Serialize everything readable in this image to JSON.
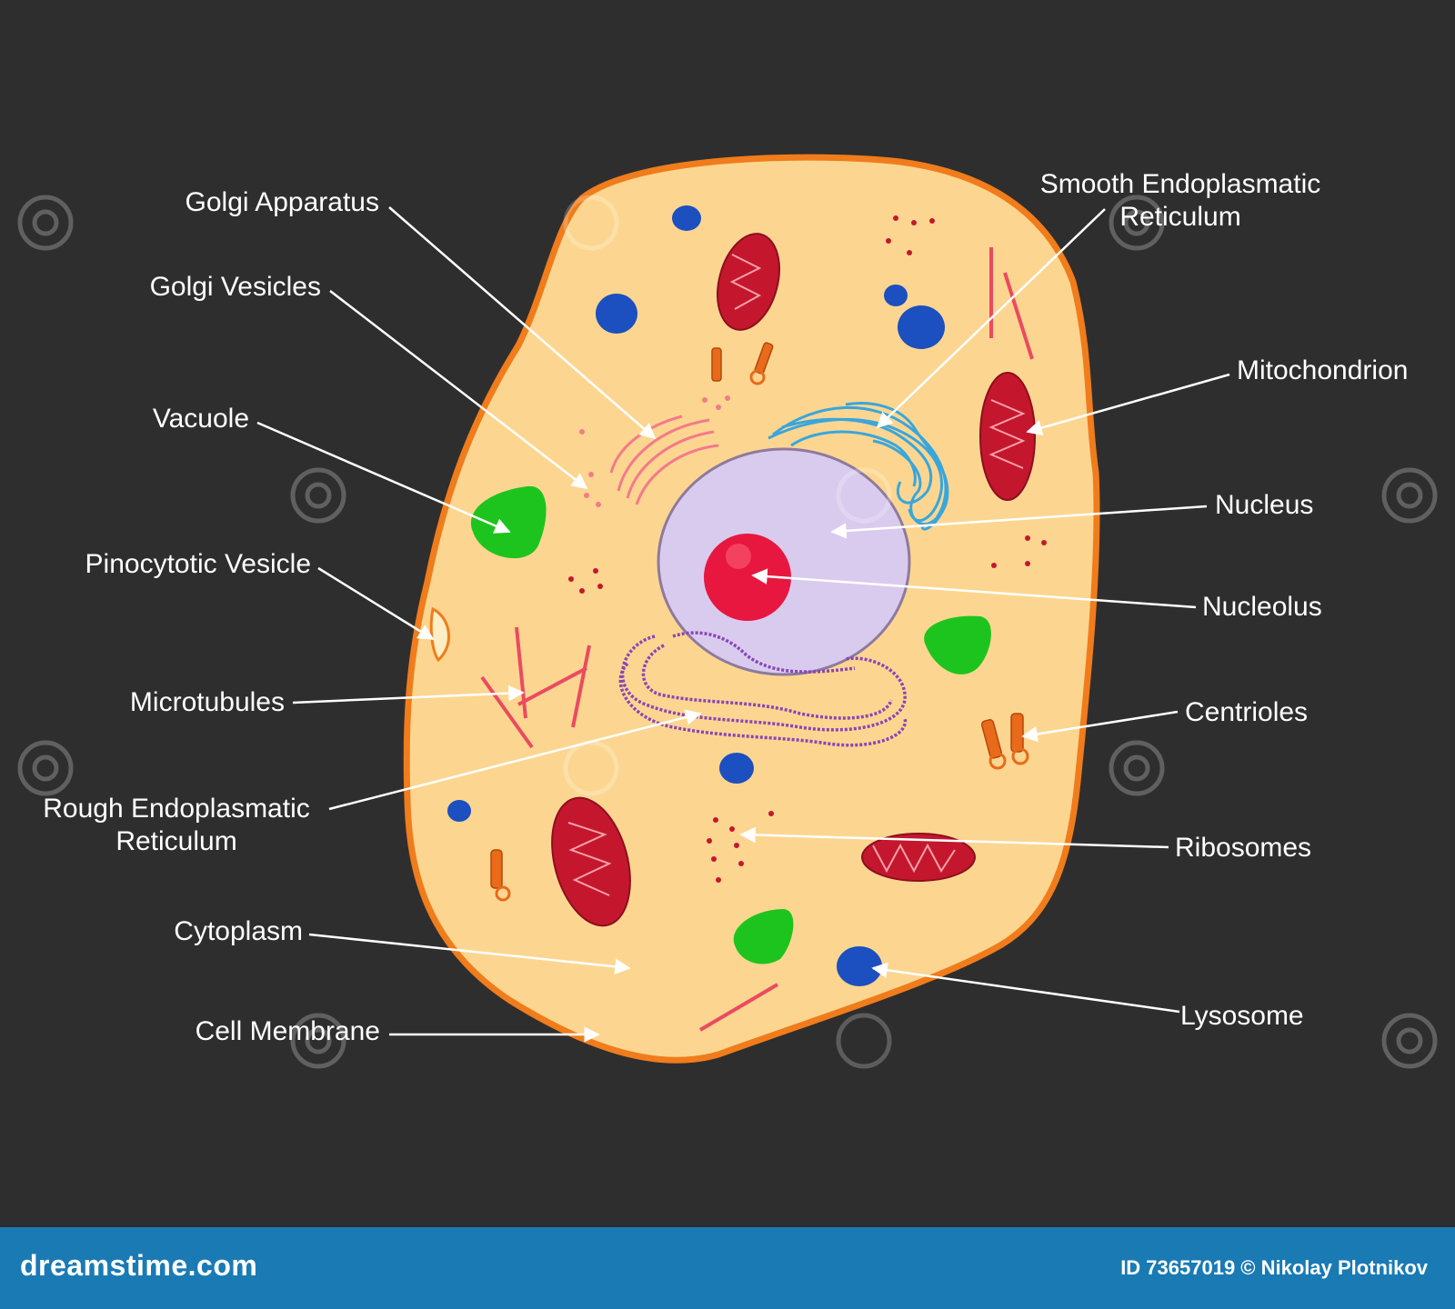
{
  "labels": {
    "golgi_apparatus": "Golgi Apparatus",
    "golgi_vesicles": "Golgi Vesicles",
    "vacuole": "Vacuole",
    "pinocytotic_vesicle": "Pinocytotic Vesicle",
    "microtubules": "Microtubules",
    "rough_er_line1": "Rough Endoplasmatic",
    "rough_er_line2": "Reticulum",
    "cytoplasm": "Cytoplasm",
    "cell_membrane": "Cell Membrane",
    "smooth_er_line1": "Smooth Endoplasmatic",
    "smooth_er_line2": "Reticulum",
    "mitochondrion": "Mitochondrion",
    "nucleus": "Nucleus",
    "nucleolus": "Nucleolus",
    "centrioles": "Centrioles",
    "ribosomes": "Ribosomes",
    "lysosome": "Lysosome"
  },
  "footer": {
    "site": "dreamstime.com",
    "credit": "ID 73657019 © Nikolay Plotnikov"
  },
  "colors": {
    "background": "#2e2e2e",
    "cytoplasm": "#fcd690",
    "membrane": "#f07c1c",
    "nucleus": "#d9cbee",
    "nucleolus": "#e8173f",
    "mitochondrion": "#c4172d",
    "vacuole": "#1ec41e",
    "lysosome": "#1c4fbf",
    "golgi": "#f47a8a",
    "rough_er": "#8a45b8",
    "smooth_er": "#39a6dc",
    "footer": "#1a7ab4"
  }
}
